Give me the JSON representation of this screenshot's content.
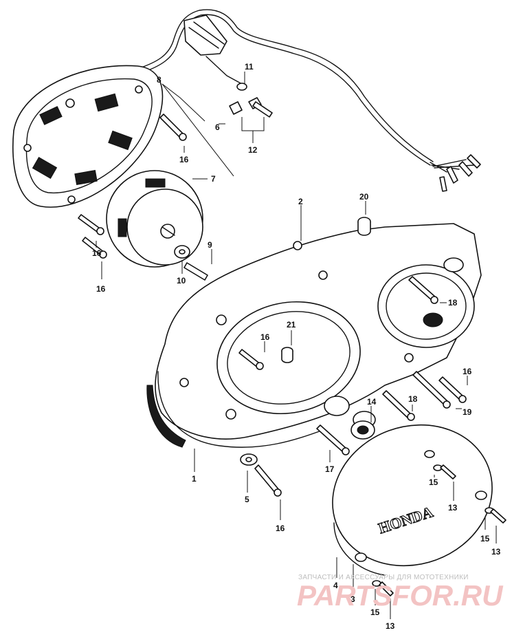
{
  "callouts": {
    "p1": "1",
    "p2": "2",
    "p3": "3",
    "p4": "4",
    "p5": "5",
    "p6": "6",
    "p7": "7",
    "p8": "8",
    "p9": "9",
    "p10": "10",
    "p11": "11",
    "p12": "12",
    "p13a": "13",
    "p13b": "13",
    "p13c": "13",
    "p14": "14",
    "p15a": "15",
    "p15b": "15",
    "p15c": "15",
    "p16a": "16",
    "p16b": "16",
    "p16c": "16",
    "p16d": "16",
    "p16e": "16",
    "p16f": "16",
    "p17": "17",
    "p18a": "18",
    "p18b": "18",
    "p19": "19",
    "p20": "20",
    "p21": "21"
  },
  "cover_emblem": "HONDA",
  "watermark": {
    "tagline": "ЗАПЧАСТИ И АКСЕССУАРЫ ДЛЯ МОТОТЕХНИКИ",
    "logo": "PARTSFOR.RU"
  },
  "colors": {
    "line": "#111111",
    "background": "#ffffff",
    "watermark_logo": "#f3c3c3",
    "watermark_text": "#bdbdbd"
  }
}
